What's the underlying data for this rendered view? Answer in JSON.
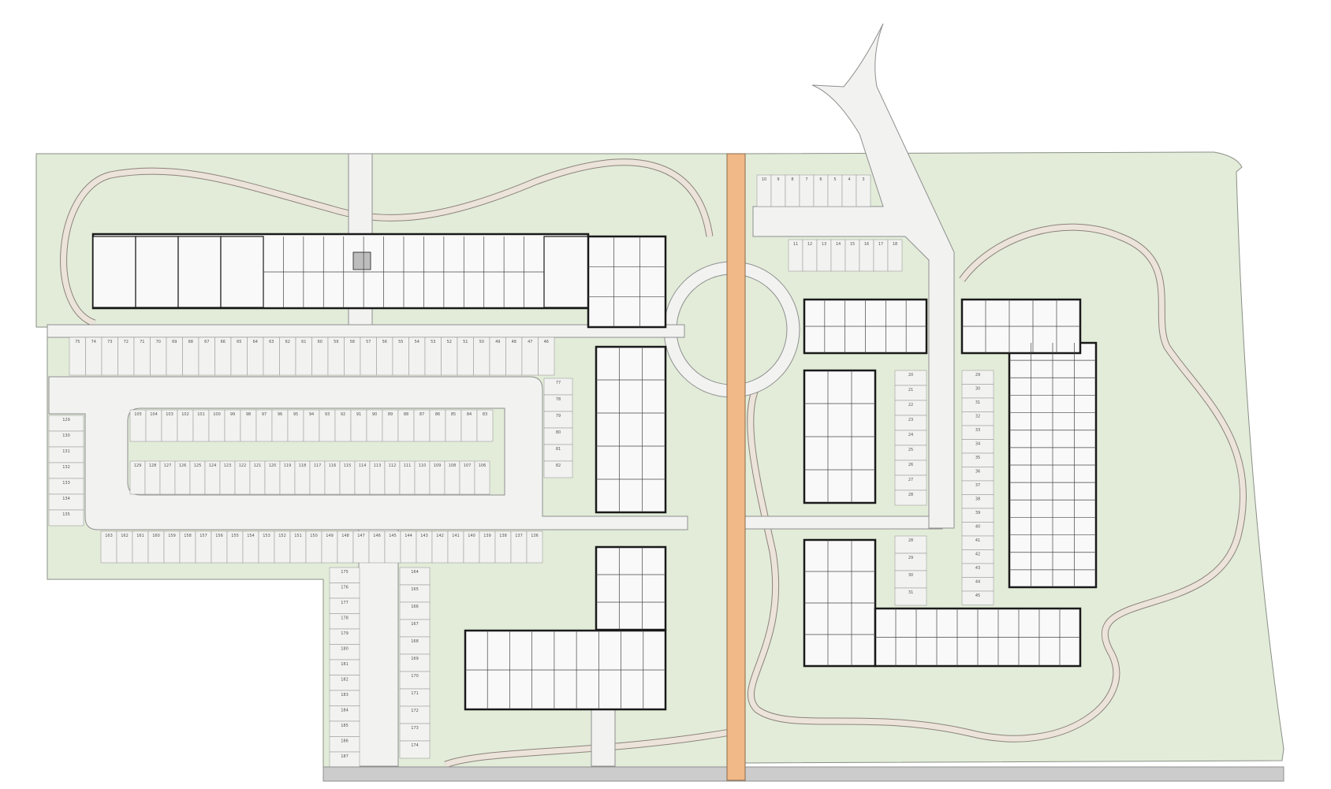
{
  "colors": {
    "grass": "#e2ecd9",
    "grass_outline": "#8a8f86",
    "paving": "#f2f2f1",
    "paving_outline": "#8f8f8f",
    "path": "#ece4da",
    "path_edge": "#8c8279",
    "main_road": "#f1b987",
    "main_road_edge": "#8a6a4c",
    "building_wall": "#1a1a1a",
    "building_fill": "#f9f9f9",
    "core_fill": "#bdbdbd",
    "curb": "#cccccc"
  },
  "parking_labels": {
    "north_row": [
      "75",
      "74",
      "73",
      "72",
      "71",
      "70",
      "69",
      "68",
      "67",
      "66",
      "65",
      "64",
      "63",
      "62",
      "61",
      "60",
      "59",
      "58",
      "57",
      "56",
      "55",
      "54",
      "53",
      "52",
      "51",
      "50",
      "49",
      "48",
      "47",
      "46"
    ],
    "center_row_upper": [
      "105",
      "104",
      "103",
      "102",
      "101",
      "100",
      "99",
      "98",
      "97",
      "96",
      "95",
      "94",
      "93",
      "92",
      "91",
      "90",
      "89",
      "88",
      "87",
      "86",
      "85",
      "84",
      "83"
    ],
    "center_row_lower": [
      "129",
      "128",
      "127",
      "126",
      "125",
      "124",
      "123",
      "122",
      "121",
      "120",
      "119",
      "118",
      "117",
      "116",
      "115",
      "114",
      "113",
      "112",
      "111",
      "110",
      "109",
      "108",
      "107",
      "106"
    ],
    "west_col": [
      "129",
      "130",
      "131",
      "132",
      "133",
      "134",
      "135"
    ],
    "south_row": [
      "163",
      "162",
      "161",
      "160",
      "159",
      "158",
      "157",
      "156",
      "155",
      "154",
      "153",
      "152",
      "151",
      "150",
      "149",
      "148",
      "147",
      "146",
      "145",
      "144",
      "143",
      "142",
      "141",
      "140",
      "139",
      "138",
      "137",
      "136"
    ],
    "south_col_left": [
      "175",
      "176",
      "177",
      "178",
      "179",
      "180",
      "181",
      "182",
      "183",
      "184",
      "185",
      "186",
      "187"
    ],
    "south_col_right": [
      "164",
      "165",
      "166",
      "167",
      "168",
      "169",
      "170",
      "171",
      "172",
      "173",
      "174"
    ],
    "east_col": [
      "77",
      "78",
      "79",
      "80",
      "81",
      "82"
    ],
    "ne_row_upper": [
      "10",
      "9",
      "8",
      "7",
      "6",
      "5",
      "4",
      "3"
    ],
    "ne_row_lower": [
      "11",
      "12",
      "13",
      "14",
      "15",
      "16",
      "17",
      "18"
    ],
    "inner_col_a": [
      "20",
      "21",
      "22",
      "23",
      "24",
      "25",
      "26",
      "27",
      "28"
    ],
    "inner_col_b": [
      "29",
      "30",
      "31",
      "32",
      "33",
      "34",
      "35",
      "36",
      "37",
      "38",
      "39",
      "40",
      "41",
      "42",
      "43",
      "44",
      "45"
    ],
    "inner_col_c": [
      "28",
      "29",
      "30",
      "31"
    ]
  }
}
